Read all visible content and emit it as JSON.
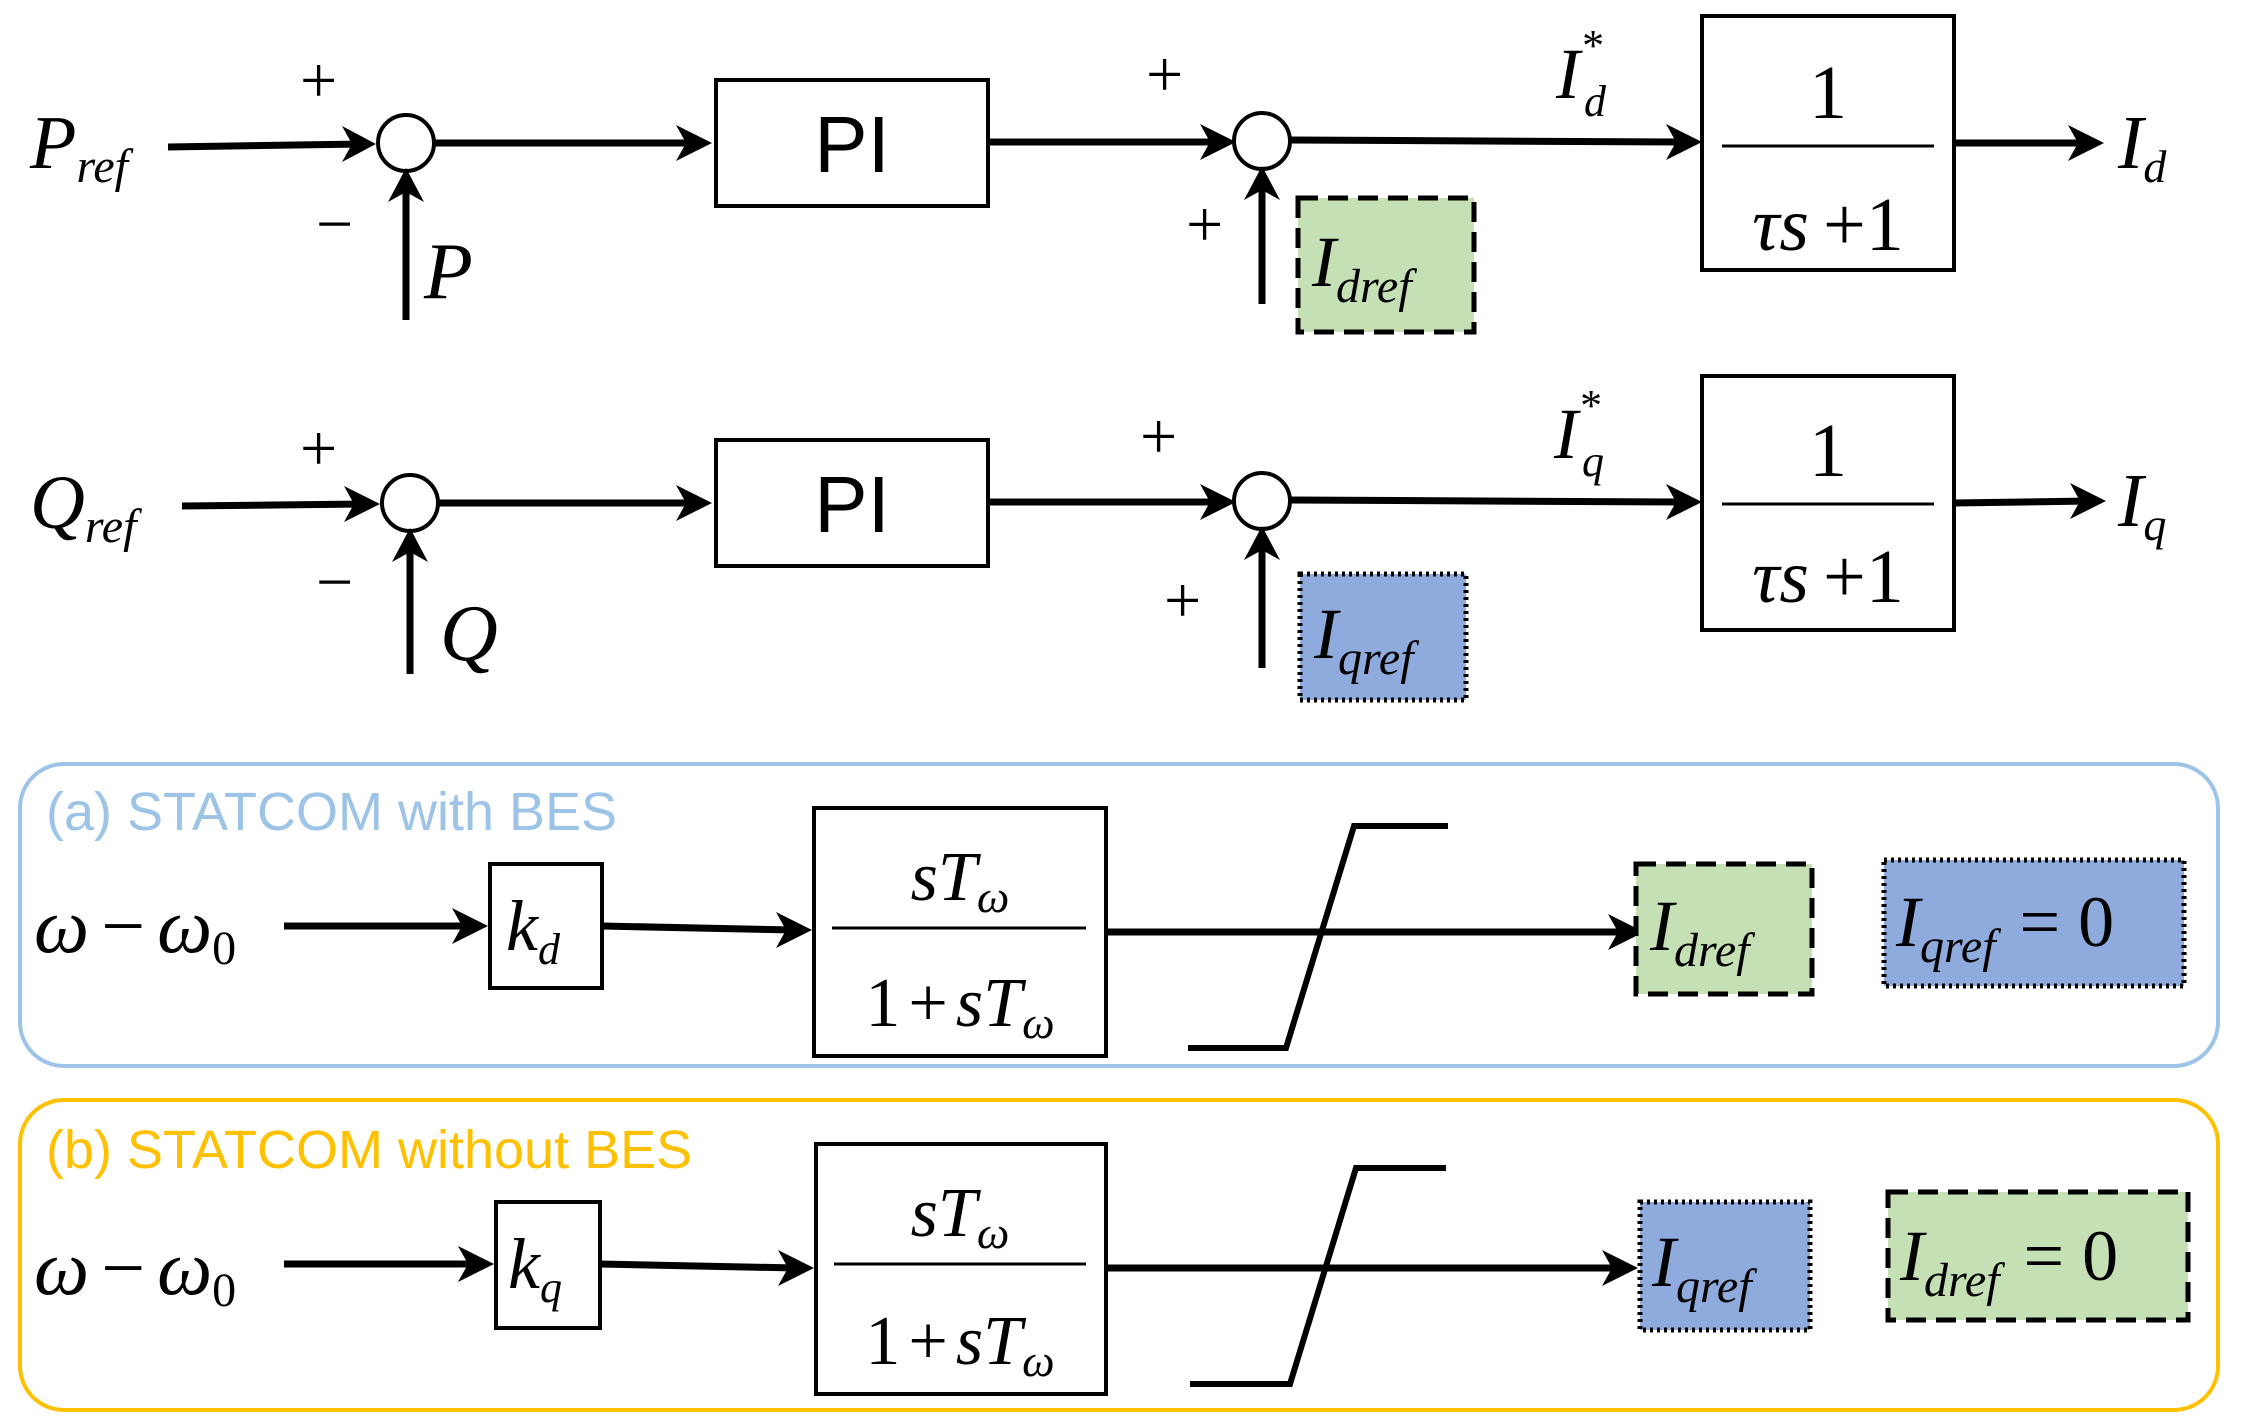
{
  "colors": {
    "green_fill": "#c5e0b4",
    "blue_fill": "#8faadc",
    "panel_a_border": "#9dc3e6",
    "panel_a_text": "#9dc3e6",
    "panel_b_border": "#ffc000",
    "panel_b_text": "#ffc000"
  },
  "top_loop_d": {
    "input": {
      "main": "P",
      "sub": "ref"
    },
    "feedback": "P",
    "sum1_plus": "+",
    "sum1_minus": "−",
    "pi_label": "PI",
    "sum2_plus_top": "+",
    "sum2_plus_left": "+",
    "ref_box": {
      "main": "I",
      "sub": "dref",
      "style": "dashed-green"
    },
    "intermediate": {
      "main": "I",
      "sup": "*",
      "sub": "d"
    },
    "tf_num": "1",
    "tf_den": {
      "tau": "τ",
      "s": "s",
      "op": "+",
      "c": "1"
    },
    "output": {
      "main": "I",
      "sub": "d"
    }
  },
  "top_loop_q": {
    "input": {
      "main": "Q",
      "sub": "ref"
    },
    "feedback": "Q",
    "sum1_plus": "+",
    "sum1_minus": "−",
    "pi_label": "PI",
    "sum2_plus_top": "+",
    "sum2_plus_left": "+",
    "ref_box": {
      "main": "I",
      "sub": "qref",
      "style": "dotted-blue"
    },
    "intermediate": {
      "main": "I",
      "sup": "*",
      "sub": "q"
    },
    "tf_num": "1",
    "tf_den": {
      "tau": "τ",
      "s": "s",
      "op": "+",
      "c": "1"
    },
    "output": {
      "main": "I",
      "sub": "q"
    }
  },
  "panel_a": {
    "title": "(a) STATCOM with BES",
    "input": {
      "w": "ω",
      "op": "−",
      "w0": "ω",
      "w0sub": "0"
    },
    "gain": {
      "main": "k",
      "sub": "d"
    },
    "washout_num": {
      "s": "s",
      "T": "T",
      "sub": "ω"
    },
    "washout_den": {
      "c": "1",
      "op": "+",
      "s": "s",
      "T": "T",
      "sub": "ω"
    },
    "output_box": {
      "main": "I",
      "sub": "dref"
    },
    "zero_box": {
      "main": "I",
      "sub": "qref",
      "eq": "= 0"
    }
  },
  "panel_b": {
    "title": "(b) STATCOM without BES",
    "input": {
      "w": "ω",
      "op": "−",
      "w0": "ω",
      "w0sub": "0"
    },
    "gain": {
      "main": "k",
      "sub": "q"
    },
    "washout_num": {
      "s": "s",
      "T": "T",
      "sub": "ω"
    },
    "washout_den": {
      "c": "1",
      "op": "+",
      "s": "s",
      "T": "T",
      "sub": "ω"
    },
    "output_box": {
      "main": "I",
      "sub": "qref"
    },
    "zero_box": {
      "main": "I",
      "sub": "dref",
      "eq": "= 0"
    }
  }
}
